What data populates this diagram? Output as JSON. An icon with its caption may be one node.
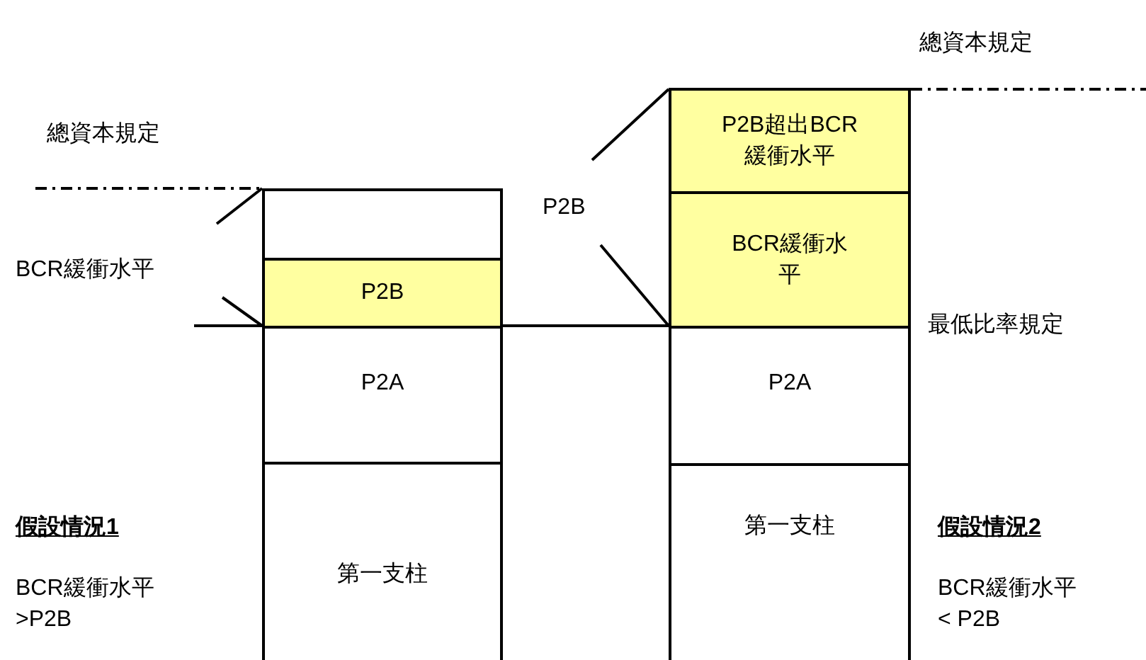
{
  "diagram": {
    "nodes": [
      {
        "text": [],
        "shape": "box"
      },
      {
        "text": [
          "P2B"
        ]
      },
      {
        "text": [
          "P2A"
        ]
      },
      {
        "text": [
          "第一支柱"
        ]
      },
      {
        "text": [
          "P2B超出BCR緩衝水平"
        ]
      },
      {
        "text": [
          "BCR緩衝水平"
        ]
      },
      {
        "text": [
          "P2A"
        ]
      },
      {
        "text": [
          "第一支柱"
        ]
      }
    ],
    "labels": [
      "總資本規定",
      "總資本規定",
      "P2B",
      "BCR緩衝水平",
      "最低比率規定",
      "假設情況1",
      "假設情況2",
      "BCR緩衝水平 >P2B",
      "BCR緩衝水平 < P2B"
    ]
  }
}
